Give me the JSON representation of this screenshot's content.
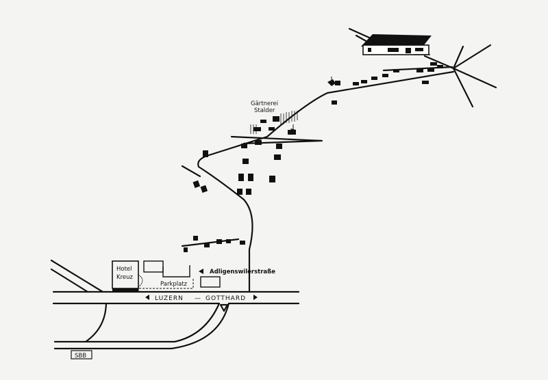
{
  "labels": {
    "nursery_line1": "Gärtnerei",
    "nursery_line2": "Stalder",
    "hotel_line1": "Hotel",
    "hotel_line2": "Kreuz",
    "parking": "Parkplatz",
    "side_street": "Adligenswilerstraße",
    "main_road_from": "LUZERN",
    "main_road_sep": "—",
    "main_road_to": "GOTTHARD",
    "station": "SBB"
  },
  "colors": {
    "ink": "#111111",
    "paper": "#f4f4f2"
  }
}
